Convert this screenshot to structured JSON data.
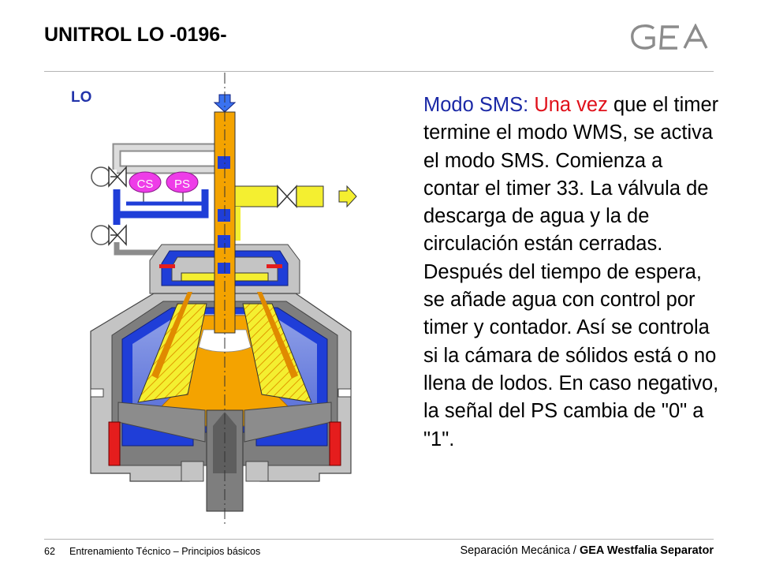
{
  "header": {
    "title": "UNITROL LO -0196-",
    "logo_text": "GEA"
  },
  "diagram": {
    "mode_label": "LO",
    "sensor_cs": "CS",
    "sensor_ps": "PS"
  },
  "description": {
    "lead": "Modo SMS: ",
    "highlight": "Una vez",
    "body": " que el timer termine el modo WMS, se activa el modo SMS. Comienza a contar el timer 33. La válvula de descarga de agua y la de circulación están cerradas. Después del tiempo de espera, se añade agua con control por timer y contador. Así se controla si la cámara de sólidos está o no llena de lodos. En caso negativo, la señal del PS cambia de \"0\" a \"1\"."
  },
  "footer": {
    "page_number": "62",
    "course": "Entrenamiento Técnico – Principios básicos",
    "section": "Separación Mecánica / ",
    "brand": "GEA Westfalia Separator"
  },
  "colors": {
    "gray": "#c4c4c4",
    "dark_gray": "#7e7e7e",
    "blue": "#1f3ed8",
    "orange": "#f4a300",
    "yellow": "#f4ef30",
    "red": "#e51d1d",
    "magenta": "#ee3ce8",
    "accent_text": "#1a28a6",
    "highlight_text": "#e0101a"
  }
}
